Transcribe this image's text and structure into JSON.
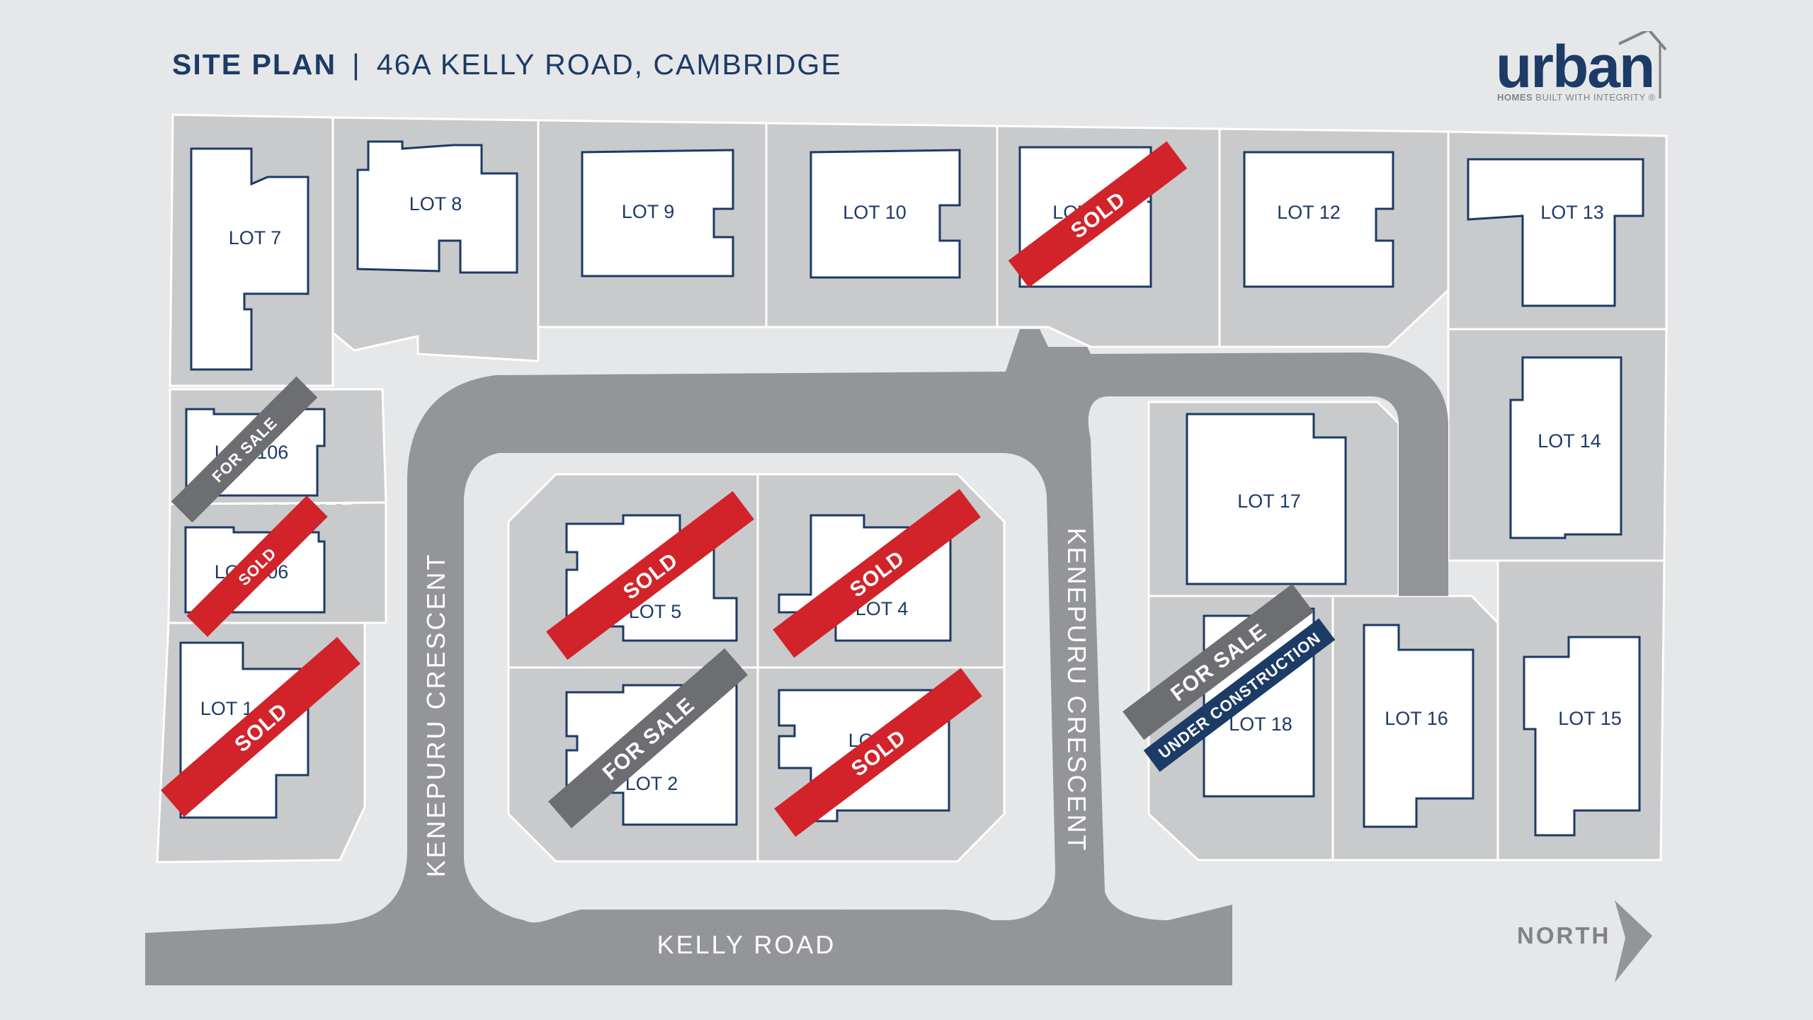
{
  "header": {
    "title_strong": "SITE PLAN",
    "separator": "|",
    "title_rest": "46A KELLY ROAD, CAMBRIDGE"
  },
  "logo": {
    "word": "urban",
    "tagline_strong": "HOMES",
    "tagline_rest": "BUILT WITH INTEGRITY",
    "registered": "®"
  },
  "roads": {
    "kenepuru_left": "KENEPURU CRESCENT",
    "kenepuru_right": "KENEPURU CRESCENT",
    "kelly": "KELLY ROAD"
  },
  "lots": {
    "lot1": "LOT 1",
    "lot2": "LOT 2",
    "lot3": "LOT 3",
    "lot4": "LOT 4",
    "lot5": "LOT 5",
    "lot106a": "LOT 106",
    "lot106b": "LOT 106",
    "lot7": "LOT 7",
    "lot8": "LOT 8",
    "lot9": "LOT 9",
    "lot10": "LOT 10",
    "lot11": "LOT 11",
    "lot12": "LOT 12",
    "lot13": "LOT 13",
    "lot14": "LOT 14",
    "lot15": "LOT 15",
    "lot16": "LOT 16",
    "lot17": "LOT 17",
    "lot18": "LOT 18"
  },
  "status": {
    "sold": "SOLD",
    "for_sale": "FOR SALE",
    "under_construction": "UNDER CONSTRUCTION"
  },
  "compass": {
    "north": "NORTH"
  },
  "colors": {
    "background": "#e6e7e9",
    "section": "#c9cacc",
    "road": "#939598",
    "outline": "#1c3b66",
    "sold": "#d2232a",
    "for_sale": "#6d6e71",
    "under_construction": "#1c3b66"
  }
}
